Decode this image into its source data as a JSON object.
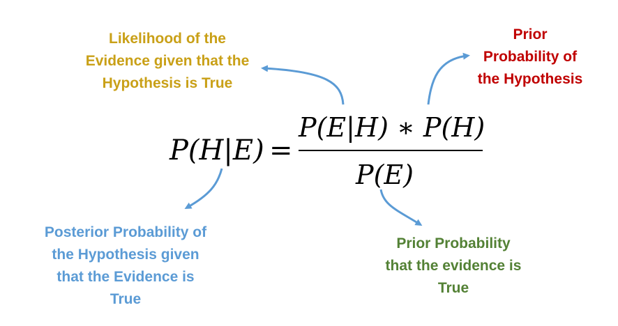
{
  "formula": {
    "lhs": "P(H|E)",
    "equals": "=",
    "numerator": "P(E|H) ∗ P(H)",
    "denominator": "P(E)"
  },
  "labels": {
    "likelihood": {
      "lines": [
        "Likelihood  of the",
        "Evidence given that the",
        "Hypothesis is True"
      ],
      "color": "#c9a017"
    },
    "prior_hypothesis": {
      "lines": [
        "Prior",
        "Probability of",
        "the Hypothesis"
      ],
      "color": "#c00000"
    },
    "posterior": {
      "lines": [
        "Posterior Probability  of",
        "the Hypothesis  given",
        "that the Evidence is",
        "True"
      ],
      "color": "#5b9bd5"
    },
    "prior_evidence": {
      "lines": [
        "Prior Probability",
        "that the evidence is",
        "True"
      ],
      "color": "#538135"
    }
  },
  "colors": {
    "arrow": "#5b9bd5",
    "formula": "#000000"
  }
}
